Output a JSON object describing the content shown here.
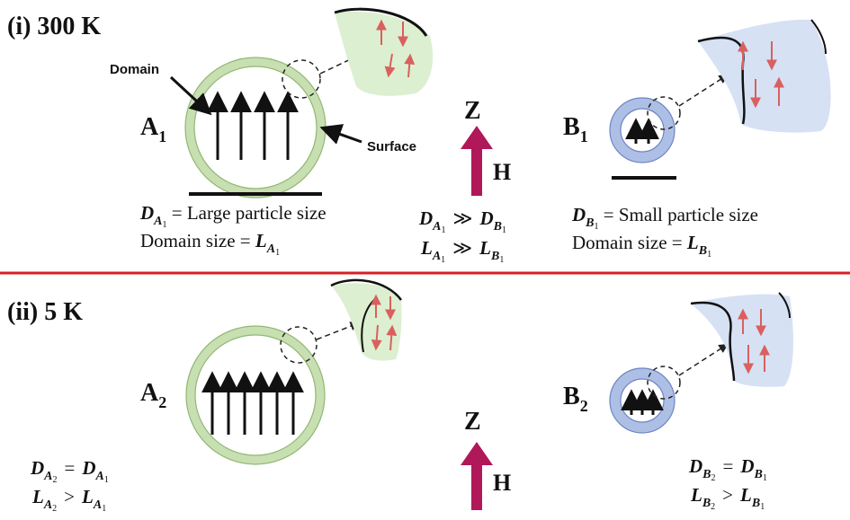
{
  "sections": {
    "top": {
      "label": "(i) 300 K"
    },
    "bottom": {
      "label": "(ii) 5 K"
    }
  },
  "particles": {
    "A1": {
      "letter": "A",
      "sub": "1"
    },
    "B1": {
      "letter": "B",
      "sub": "1"
    },
    "A2": {
      "letter": "A",
      "sub": "2"
    },
    "B2": {
      "letter": "B",
      "sub": "2"
    }
  },
  "annotations": {
    "domain": "Domain",
    "surface": "Surface"
  },
  "field": {
    "axis": "Z",
    "symbol": "H"
  },
  "captions": {
    "a1": {
      "line1": {
        "var": "D",
        "sub": "A",
        "subsub": "1",
        "rest": " = Large particle size"
      },
      "line2": {
        "text": "Domain size = ",
        "var": "L",
        "sub": "A",
        "subsub": "1"
      }
    },
    "b1": {
      "line1": {
        "var": "D",
        "sub": "B",
        "subsub": "1",
        "rest": " = Small particle size"
      },
      "line2": {
        "text": "Domain size = ",
        "var": "L",
        "sub": "B",
        "subsub": "1"
      }
    },
    "middle": {
      "line1": {
        "lv": "D",
        "ls": "A",
        "lss": "1",
        "op": "≫",
        "rv": "D",
        "rs": "B",
        "rss": "1"
      },
      "line2": {
        "lv": "L",
        "ls": "A",
        "lss": "1",
        "op": "≫",
        "rv": "L",
        "rs": "B",
        "rss": "1"
      }
    },
    "a2": {
      "line1": {
        "lv": "D",
        "ls": "A",
        "lss": "2",
        "op": "=",
        "rv": "D",
        "rs": "A",
        "rss": "1"
      },
      "line2": {
        "lv": "L",
        "ls": "A",
        "lss": "2",
        "op": ">",
        "rv": "L",
        "rs": "A",
        "rss": "1"
      }
    },
    "b2": {
      "line1": {
        "lv": "D",
        "ls": "B",
        "lss": "2",
        "op": "=",
        "rv": "D",
        "rs": "B",
        "rss": "1"
      },
      "line2": {
        "lv": "L",
        "ls": "B",
        "lss": "2",
        "op": ">",
        "rv": "L",
        "rs": "B",
        "rss": "1"
      }
    }
  },
  "colors": {
    "divider": "#d81f26",
    "shell_green": "#c8dfb2",
    "shell_green_edge": "#8fb873",
    "shell_blue": "#aebfe6",
    "shell_blue_edge": "#6d86c2",
    "spin_red": "#d9605e",
    "field_arrow": "#b0185a",
    "patch_green": "#dcefd0",
    "patch_blue": "#d6e1f4"
  }
}
